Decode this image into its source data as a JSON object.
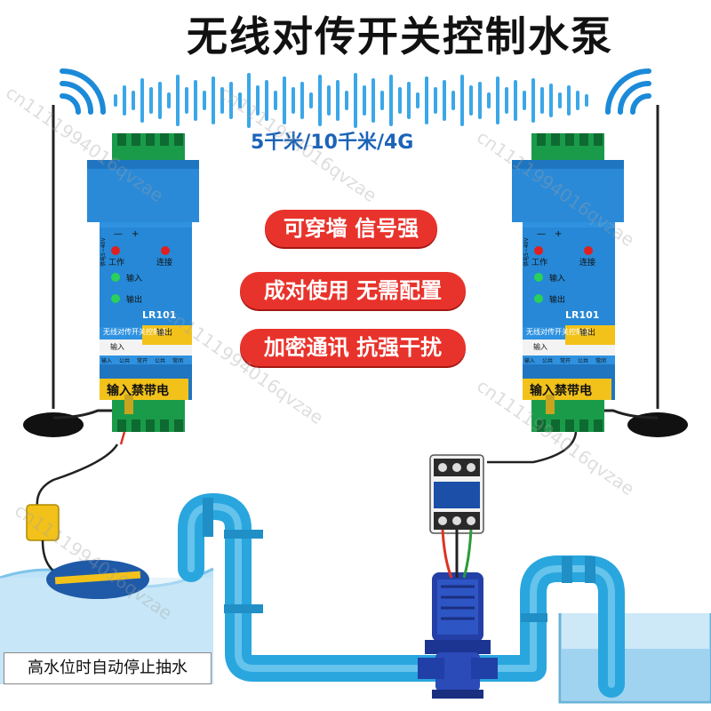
{
  "title": "无线对传开关控制水泵",
  "range_text": "5千米/10千米/4G",
  "features": [
    "可穿墙 信号强",
    "成对使用 无需配置",
    "加密通讯 抗强干扰"
  ],
  "tank_label": "高水位时自动停止抽水",
  "device": {
    "model": "LR101",
    "name": "无线对传开关控制器",
    "power_side": "供电5~40V",
    "polarity": [
      "—",
      "+"
    ],
    "leds": {
      "work": "工作",
      "link": "连接",
      "input": "输入",
      "output": "输出"
    },
    "section_in": "输入",
    "section_out": "输出",
    "terminals": [
      "输入",
      "公共",
      "常开",
      "公共",
      "常闭"
    ],
    "warning": "输入禁带电"
  },
  "watermark": "cn1111994016qvzae",
  "colors": {
    "device_blue": "#2a8ad8",
    "pill_red": "#e8332c",
    "pipe_blue": "#2aa8e0",
    "pump_blue": "#1f3fa8",
    "terminal_green": "#1a9b4a",
    "text_blue": "#1b63b8"
  }
}
